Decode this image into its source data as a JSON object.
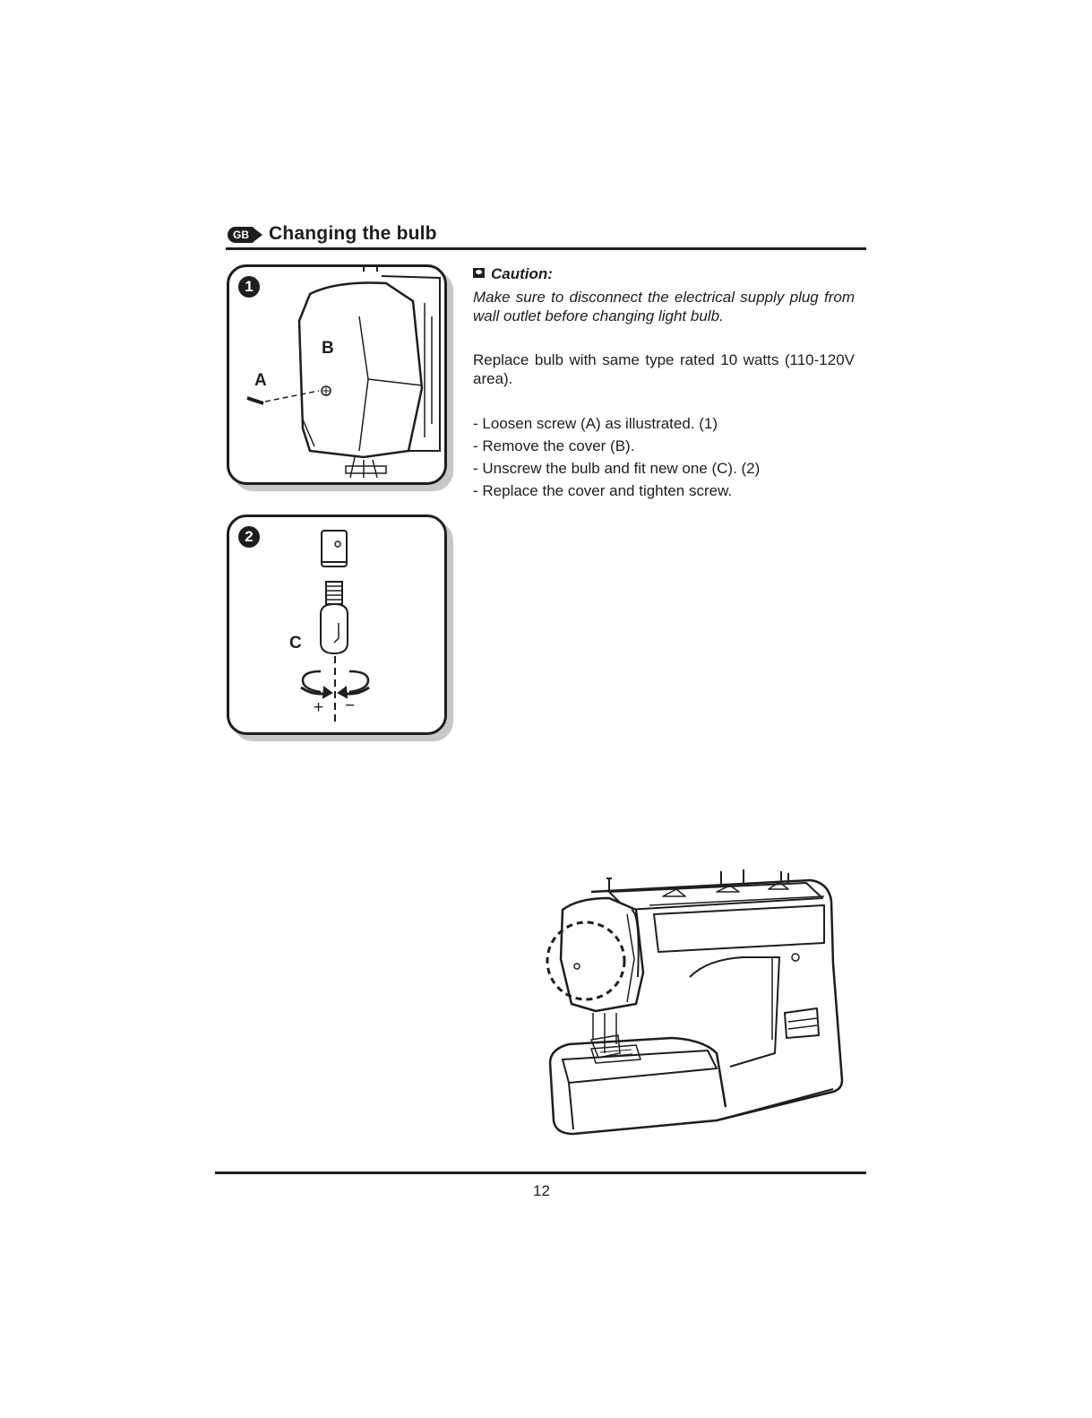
{
  "header": {
    "language_badge": "GB",
    "title": "Changing the bulb"
  },
  "figures": [
    {
      "step": "1",
      "labels": {
        "a": "A",
        "b": "B"
      }
    },
    {
      "step": "2",
      "labels": {
        "c": "C",
        "plus": "+",
        "minus": "−"
      }
    }
  ],
  "caution": {
    "heading": "Caution:",
    "text": "Make sure to disconnect the electrical supply plug from wall outlet before changing light bulb."
  },
  "intro": "Replace bulb with same type rated 10 watts (110-120V area).",
  "steps": [
    "- Loosen screw (A) as illustrated. (1)",
    "- Remove the cover (B).",
    "- Unscrew the bulb and fit new one (C). (2)",
    "- Replace the cover and tighten screw."
  ],
  "footer": {
    "page_number": "12"
  }
}
